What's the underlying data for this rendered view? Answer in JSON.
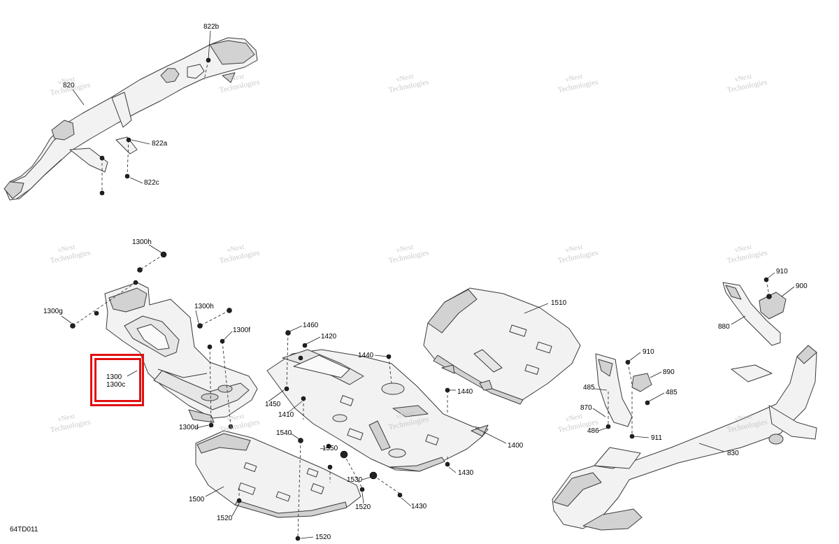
{
  "diagram_code": "64TD011",
  "watermark": {
    "line1": "vNext",
    "line2": "Technologies"
  },
  "colors": {
    "highlight": "#e01010",
    "line": "#3a3a3a",
    "fill": "#f2f2f2",
    "shade": "#d2d2d2"
  },
  "callouts": {
    "c822b": "822b",
    "c820": "820",
    "c822a": "822a",
    "c822c": "822c",
    "c1300h_a": "1300h",
    "c1300h_b": "1300h",
    "c1300g": "1300g",
    "c1300f": "1300f",
    "c1300": "1300",
    "c1300c": "1300c",
    "c1300d": "1300d",
    "c1460": "1460",
    "c1420": "1420",
    "c1440_a": "1440",
    "c1440_b": "1440",
    "c1450": "1450",
    "c1410": "1410",
    "c1400": "1400",
    "c1510": "1510",
    "c1540": "1540",
    "c1550": "1550",
    "c1530": "1530",
    "c1500": "1500",
    "c1520_a": "1520",
    "c1520_b": "1520",
    "c1520_c": "1520",
    "c1430_a": "1430",
    "c1430_b": "1430",
    "c910_a": "910",
    "c900": "900",
    "c880": "880",
    "c910_b": "910",
    "c890": "890",
    "c485_a": "485",
    "c485_b": "485",
    "c870": "870",
    "c486": "486",
    "c911": "911",
    "c830": "830"
  }
}
